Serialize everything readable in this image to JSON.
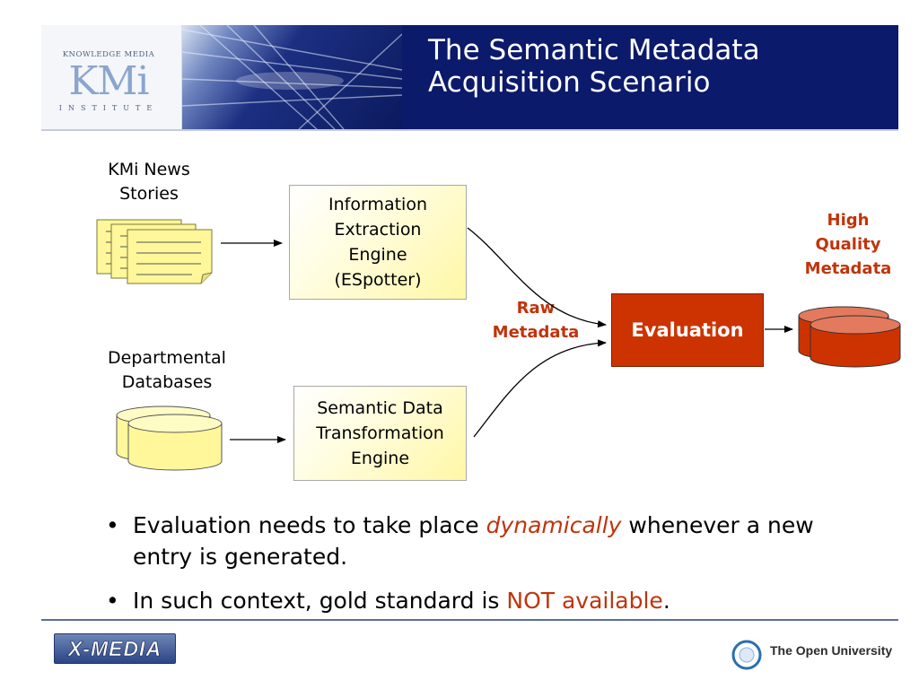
{
  "header": {
    "title_line1": "The Semantic Metadata",
    "title_line2": "Acquisition Scenario",
    "logo": {
      "top_text": "KNOWLEDGE MEDIA",
      "big_text": "KMi",
      "bottom_text": "INSTITUTE"
    }
  },
  "diagram": {
    "news_label_line1": "KMi News",
    "news_label_line2": "Stories",
    "db_label_line1": "Departmental",
    "db_label_line2": "Databases",
    "ie_box": [
      "Information",
      "Extraction",
      "Engine",
      "(ESpotter)"
    ],
    "sd_box": [
      "Semantic Data",
      "Transformation",
      "Engine"
    ],
    "raw_label": [
      "Raw",
      "Metadata"
    ],
    "evaluation_label": "Evaluation",
    "hq_label": [
      "High",
      "Quality",
      "Metadata"
    ],
    "colors": {
      "accent_red": "#cc3300",
      "label_red": "#c0340b",
      "box_yellow": "#fff7a6"
    }
  },
  "bullets": [
    {
      "pre": "Evaluation needs to take place ",
      "em": "dynamically",
      "post": " whenever a new entry is generated."
    },
    {
      "pre": "In such context, gold standard is ",
      "em": "NOT available",
      "post": "."
    }
  ],
  "footer": {
    "left_logo_text": "X-MEDIA",
    "right_logo_text": "The Open University"
  }
}
